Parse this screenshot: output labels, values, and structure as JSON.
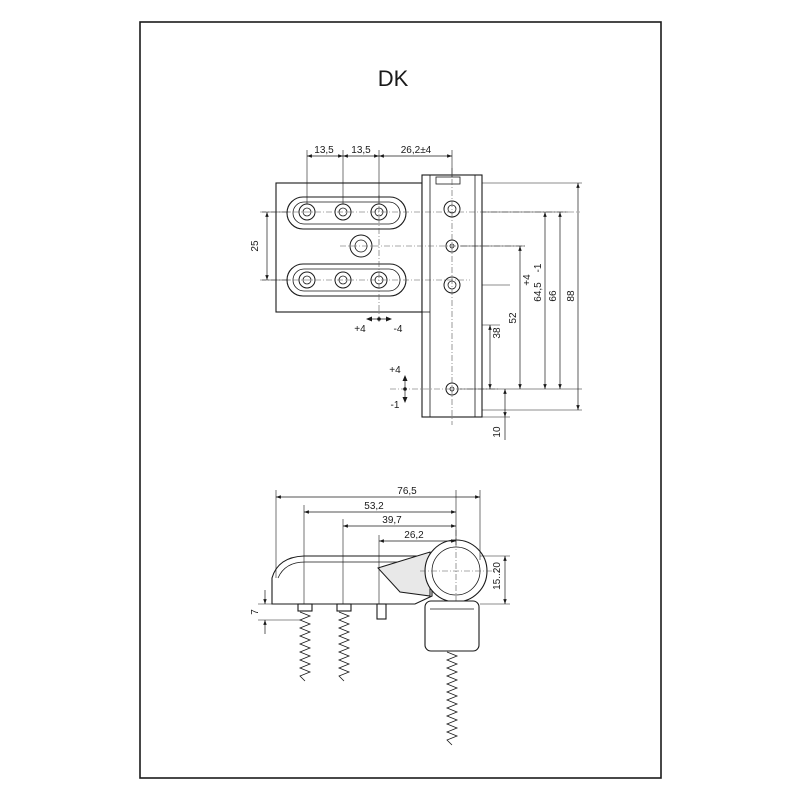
{
  "title": "DK",
  "top_view": {
    "dim_h1": "13,5",
    "dim_h2": "13,5",
    "dim_h3": "26,2±4",
    "dim_v_left": "25",
    "adj_h_plus": "+4",
    "adj_h_minus": "-4",
    "adj_v_plus": "+4",
    "adj_v_minus": "-1",
    "dim_r1": "52",
    "dim_r2_value": "64,5",
    "dim_r2_upper": "+4",
    "dim_r2_lower": "-1",
    "dim_r3": "66",
    "dim_r4": "88",
    "dim_r5": "38",
    "dim_r6": "10"
  },
  "side_view": {
    "dim_overall": "76,5",
    "dim_2": "53,2",
    "dim_3": "39,7",
    "dim_4": "26,2",
    "dim_height": "15..20",
    "dim_7": "7"
  }
}
